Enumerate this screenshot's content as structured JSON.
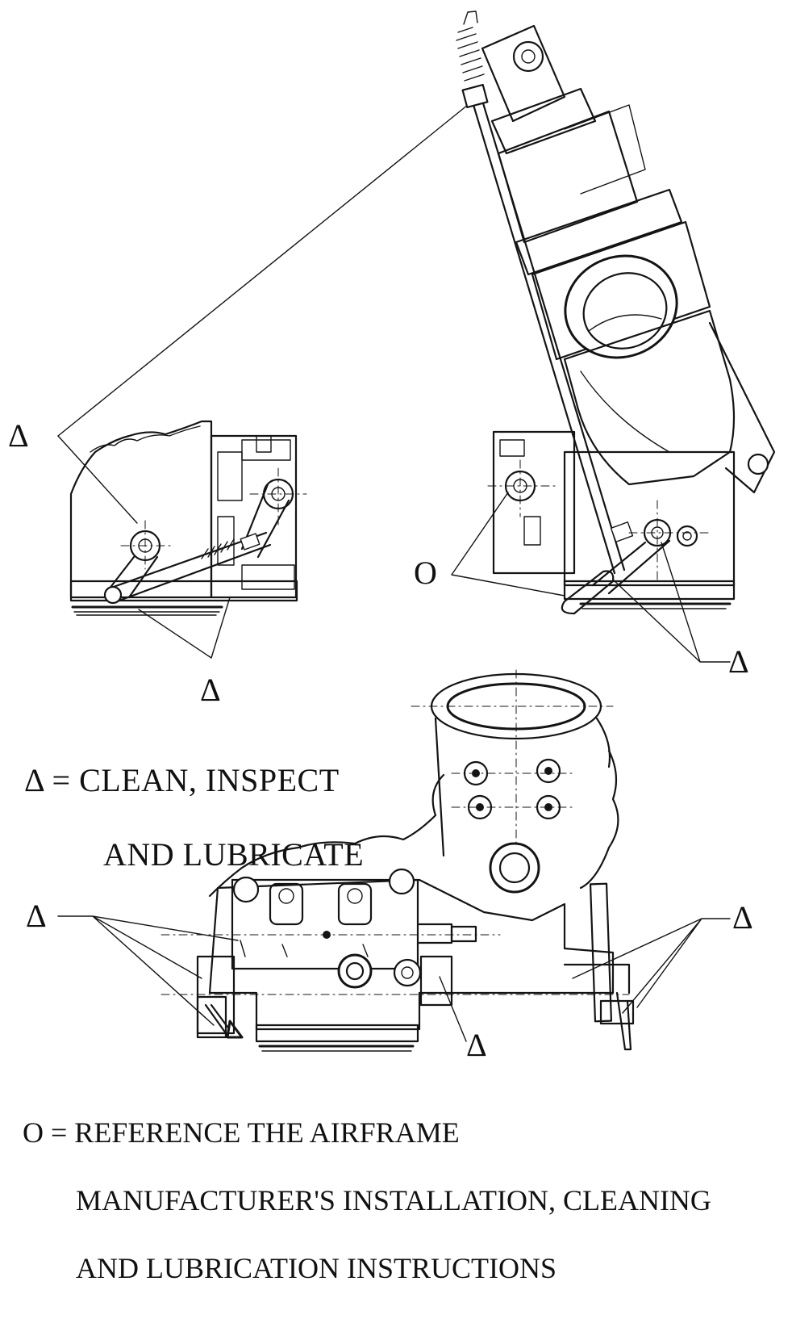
{
  "markers": {
    "clean": "Δ",
    "reference": "O"
  },
  "legend": {
    "clean_line1": "Δ =  CLEAN, INSPECT",
    "clean_line2": "AND LUBRICATE",
    "ref_line1": "O = REFERENCE THE AIRFRAME",
    "ref_line2": "MANUFACTURER'S INSTALLATION, CLEANING",
    "ref_line3": "AND LUBRICATION  INSTRUCTIONS"
  },
  "colors": {
    "ink": "#141414",
    "paper": "#ffffff"
  }
}
